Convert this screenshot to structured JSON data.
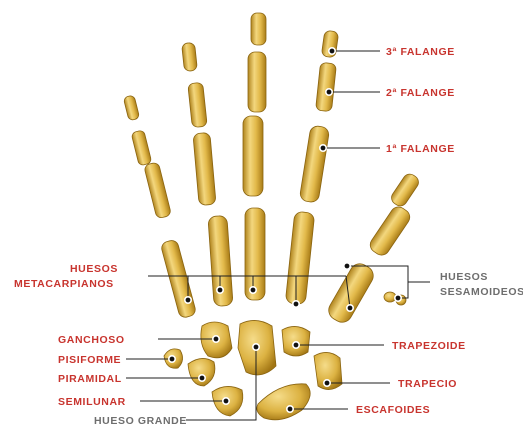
{
  "colors": {
    "bone": "#e2b94a",
    "bone_light": "#f3d77e",
    "bone_dark": "#b0841e",
    "leader": "#1f1f1f",
    "label_red": "#c8342e",
    "label_gray": "#6e6e6e"
  },
  "labels": {
    "falange3": "3ª FALANGE",
    "falange2": "2ª FALANGE",
    "falange1": "1ª FALANGE",
    "metacarpianos_1": "HUESOS",
    "metacarpianos_2": "METACARPIANOS",
    "sesamoideos_1": "HUESOS",
    "sesamoideos_2": "SESAMOIDEOS",
    "ganchoso": "GANCHOSO",
    "pisiforme": "PISIFORME",
    "piramidal": "PIRAMIDAL",
    "semilunar": "SEMILUNAR",
    "hueso_grande": "HUESO GRANDE",
    "trapezoide": "TRAPEZOIDE",
    "trapecio": "TRAPECIO",
    "escafoides": "ESCAFOIDES"
  }
}
